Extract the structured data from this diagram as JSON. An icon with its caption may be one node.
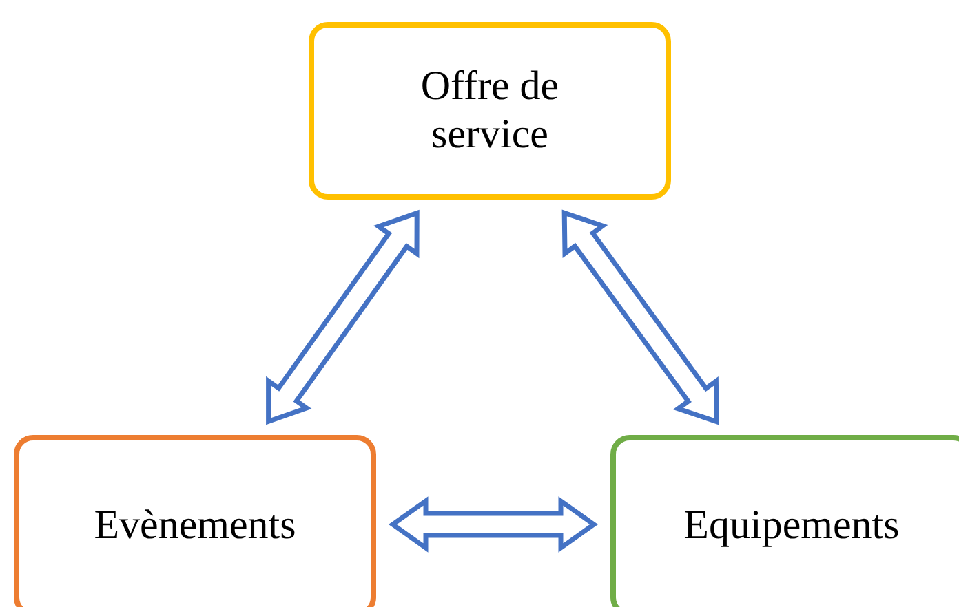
{
  "diagram": {
    "nodes": [
      {
        "text": [
          "Offre de service"
        ]
      },
      {
        "text": [
          "Evènements"
        ]
      },
      {
        "text": [
          "Equipements"
        ]
      }
    ],
    "edges": [
      {
        "from": 0,
        "to": 1,
        "arrow": "both"
      },
      {
        "from": 0,
        "to": 2,
        "arrow": "both"
      },
      {
        "from": 1,
        "to": 2,
        "arrow": "both"
      }
    ]
  }
}
